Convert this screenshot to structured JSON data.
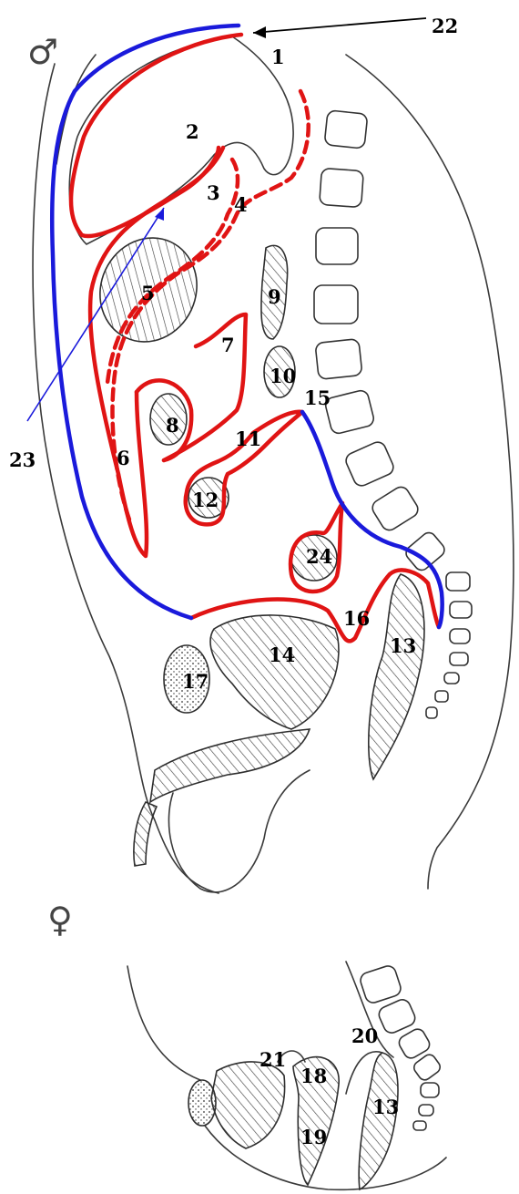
{
  "symbols": {
    "male": "♂",
    "female": "♀"
  },
  "colors": {
    "parietal_peritoneum": "#1a1adb",
    "visceral_peritoneum": "#e01414",
    "outline": "#333333"
  },
  "labels": {
    "l1": "1",
    "l2": "2",
    "l3": "3",
    "l4": "4",
    "l5": "5",
    "l6": "6",
    "l7": "7",
    "l8": "8",
    "l9": "9",
    "l10": "10",
    "l11": "11",
    "l12": "12",
    "l13": "13",
    "l14": "14",
    "l15": "15",
    "l16": "16",
    "l17": "17",
    "l18": "18",
    "l19": "19",
    "l20": "20",
    "l21": "21",
    "l22": "22",
    "l23": "23",
    "l24": "24",
    "l13b": "13"
  }
}
